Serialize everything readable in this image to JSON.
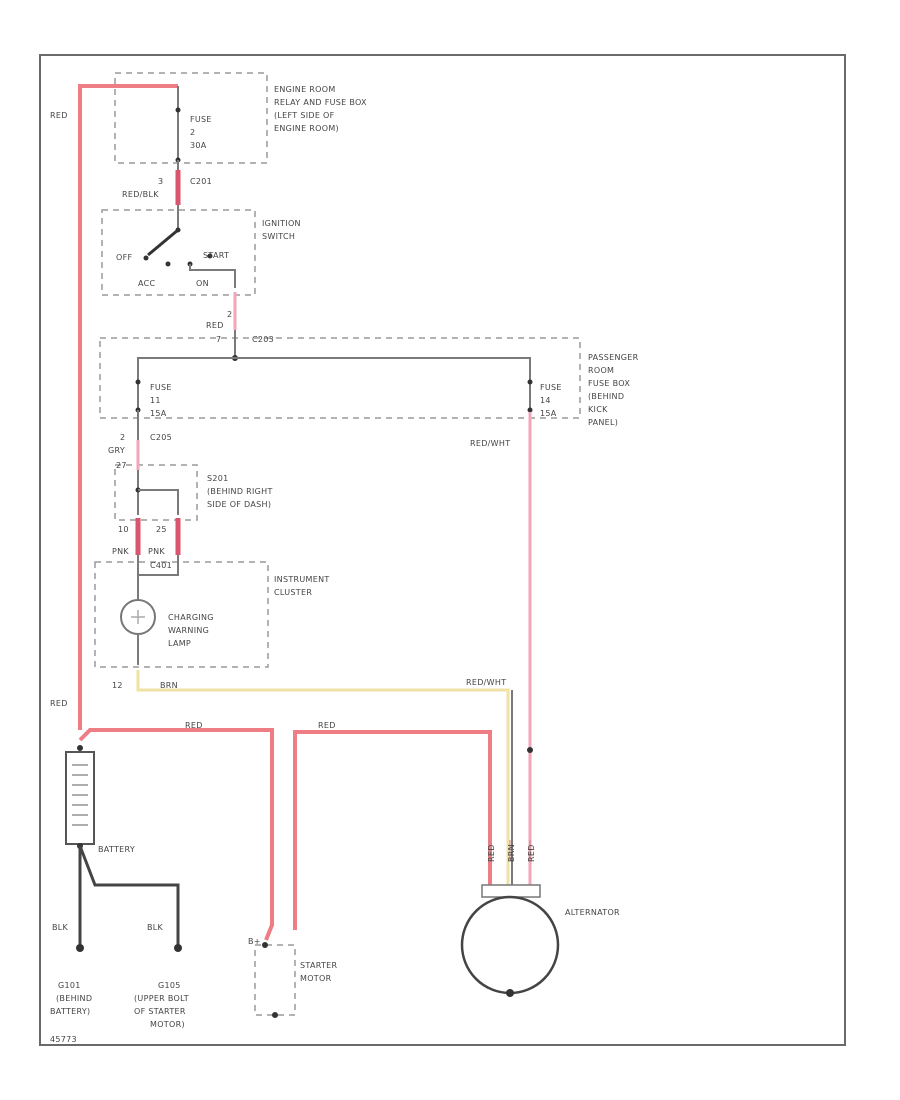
{
  "labels": {
    "engine_box": [
      "ENGINE ROOM",
      "RELAY AND FUSE BOX",
      "(LEFT SIDE OF",
      "ENGINE ROOM)"
    ],
    "fuse_engine": [
      "FUSE",
      "2",
      "30A"
    ],
    "c201": "C201",
    "pin3_top": "3",
    "wire_redblk": "RED/BLK",
    "ignition_switch": [
      "IGNITION",
      "SWITCH"
    ],
    "sw_off": "OFF",
    "sw_acc": "ACC",
    "sw_on": "ON",
    "sw_start": "START",
    "pin2_ign": "2",
    "wire_red_ign": "RED",
    "pin_c203_left": "7",
    "c203": "C203",
    "passenger_box": [
      "PASSENGER",
      "ROOM",
      "FUSE BOX",
      "(BEHIND",
      "KICK",
      "PANEL)"
    ],
    "fuse11": [
      "FUSE",
      "11",
      "15A"
    ],
    "fuse14": [
      "FUSE",
      "14",
      "15A"
    ],
    "c205": "C205",
    "pin2_c205": "2",
    "wire_grn": "GRY",
    "pin_s201": "27",
    "s201": [
      "S201",
      "(BEHIND RIGHT",
      "SIDE OF DASH)"
    ],
    "pin10": "10",
    "pin25": "25",
    "wire_pnk1": "PNK",
    "wire_pnk2": "PNK",
    "c401": "C401",
    "instrument_cluster": [
      "INSTRUMENT",
      "CLUSTER"
    ],
    "lamp": [
      "CHARGING",
      "WARNING",
      "LAMP"
    ],
    "pin12": "12",
    "wire_brn": "BRN",
    "wire_redwht1": "RED/WHT",
    "wire_redwht2": "RED/WHT",
    "wire_red_left_top": "RED",
    "wire_red_left_bottom": "RED",
    "wire_red_mid1": "RED",
    "wire_red_mid2": "RED",
    "battery": "BATTERY",
    "blk1": "BLK",
    "blk2": "BLK",
    "g101": [
      "G101",
      "(BEHIND",
      "BATTERY)"
    ],
    "g105": [
      "G105",
      "(UPPER BOLT",
      "OF STARTER",
      "MOTOR)"
    ],
    "starter": [
      "STARTER",
      "MOTOR"
    ],
    "alternator": "ALTERNATOR",
    "alt_pin1": "RED",
    "alt_pin2": "BRN",
    "alt_pin3": "RED",
    "starter_pin": "B+",
    "footer": "45773"
  }
}
